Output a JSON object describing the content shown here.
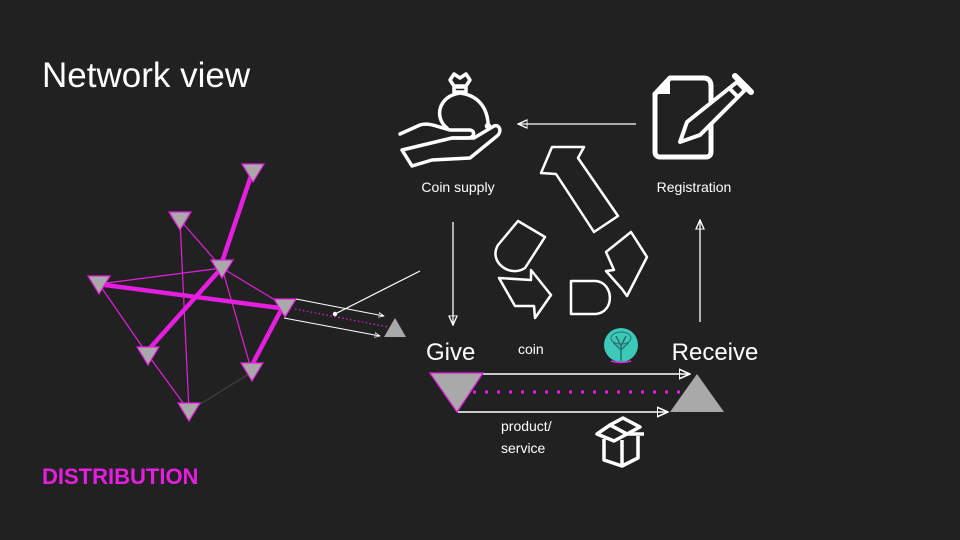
{
  "slide": {
    "title": "Network view",
    "footer_label": "DISTRIBUTION"
  },
  "colors": {
    "background": "#212121",
    "accent": "#e61ee0",
    "node": "#a9a9a9",
    "line": "#ffffff",
    "coin_logo": "#3cc9b9"
  },
  "cycle": {
    "coin_supply": {
      "label": "Coin supply",
      "icon": "money-bag-hand-icon"
    },
    "registration": {
      "label": "Registration",
      "icon": "document-pencil-icon"
    },
    "center_icon": "recycle-arrows-icon"
  },
  "transaction": {
    "give_label": "Give",
    "receive_label": "Receive",
    "coin_label": "coin",
    "product_label_line1": "product/",
    "product_label_line2": "service",
    "coin_icon": "tree-coin-icon",
    "product_icon": "open-box-icon"
  },
  "network": {
    "node_count": 9,
    "icon": "network-graph-icon"
  }
}
